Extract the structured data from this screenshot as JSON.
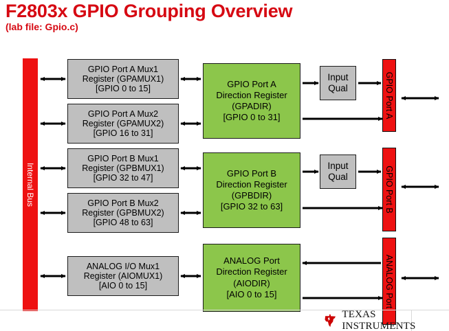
{
  "title": {
    "main": "F2803x GPIO Grouping Overview",
    "sub": "(lab file: Gpio.c)"
  },
  "colors": {
    "title_red": "#D60812",
    "bus_red": "#EE1111",
    "register_gray": "#BFBFBF",
    "direction_green": "#8CC64B"
  },
  "bus": {
    "label": "Internal Bus"
  },
  "mux_registers": [
    {
      "id": "gpamux1",
      "line1": "GPIO Port A Mux1",
      "line2": "Register (GPAMUX1)",
      "line3": "[GPIO 0 to 15]",
      "text": "GPIO Port A Mux1\nRegister (GPAMUX1)\n[GPIO 0 to 15]"
    },
    {
      "id": "gpamux2",
      "line1": "GPIO Port A Mux2",
      "line2": "Register (GPAMUX2)",
      "line3": "[GPIO 16 to 31]",
      "text": "GPIO Port A Mux2\nRegister (GPAMUX2)\n[GPIO 16 to 31]"
    },
    {
      "id": "gpbmux1",
      "line1": "GPIO Port B Mux1",
      "line2": "Register (GPBMUX1)",
      "line3": "[GPIO 32 to 47]",
      "text": "GPIO Port B Mux1\nRegister (GPBMUX1)\n[GPIO 32 to 47]"
    },
    {
      "id": "gpbmux2",
      "line1": "GPIO Port B Mux2",
      "line2": "Register (GPBMUX2)",
      "line3": "[GPIO 48 to 63]",
      "text": "GPIO Port B Mux2\nRegister (GPBMUX2)\n[GPIO 48 to 63]"
    },
    {
      "id": "aiomux1",
      "line1": "ANALOG I/O Mux1",
      "line2": "Register (AIOMUX1)",
      "line3": "[AIO 0 to 15]",
      "text": "ANALOG I/O Mux1\nRegister (AIOMUX1)\n[AIO 0 to 15]"
    }
  ],
  "direction_registers": [
    {
      "id": "gpadir",
      "text": "GPIO Port A\nDirection Register\n(GPADIR)\n[GPIO 0 to 31]"
    },
    {
      "id": "gpbdir",
      "text": "GPIO Port B\nDirection Register\n(GPBDIR)\n[GPIO 32 to 63]"
    },
    {
      "id": "aiodir",
      "text": "ANALOG Port\nDirection Register\n(AIODIR)\n[AIO 0 to 15]"
    }
  ],
  "input_qual": [
    {
      "id": "qual-a",
      "text": "Input\nQual"
    },
    {
      "id": "qual-b",
      "text": "Input\nQual"
    }
  ],
  "port_bars": [
    {
      "id": "port-a",
      "label": "GPIO Port A"
    },
    {
      "id": "port-b",
      "label": "GPIO Port B"
    },
    {
      "id": "port-analog",
      "label": "ANALOG Port"
    }
  ],
  "footer": {
    "brand": "Texas Instruments"
  }
}
